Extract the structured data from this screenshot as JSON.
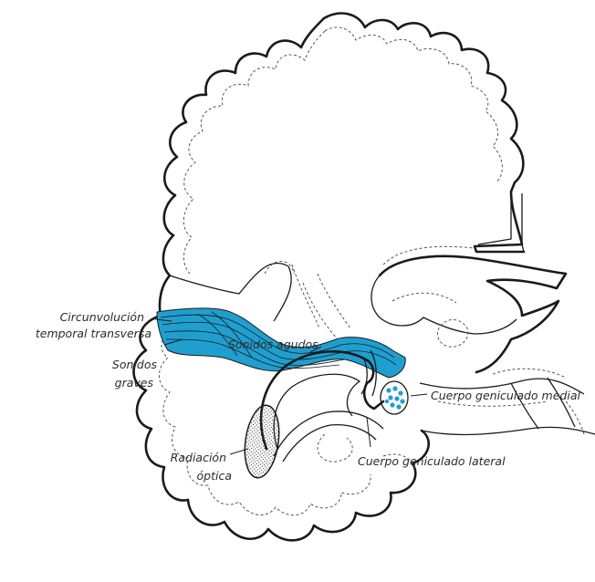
{
  "labels": {
    "transverse_gyrus_line1": "Circunvolución",
    "transverse_gyrus_line2": "temporal transversa",
    "low_sounds_line1": "Sonidos",
    "low_sounds_line2": "graves",
    "high_sounds": "Sonidos agudos",
    "medial_geniculate": "Cuerpo geniculado medial",
    "optic_radiation_line1": "Radiación",
    "optic_radiation_line2": "óptica",
    "lateral_geniculate": "Cuerpo geniculado lateral"
  },
  "colors": {
    "auditory_pathway": "#1f9fd0",
    "outline": "#1a1a1a",
    "background": "#ffffff"
  }
}
